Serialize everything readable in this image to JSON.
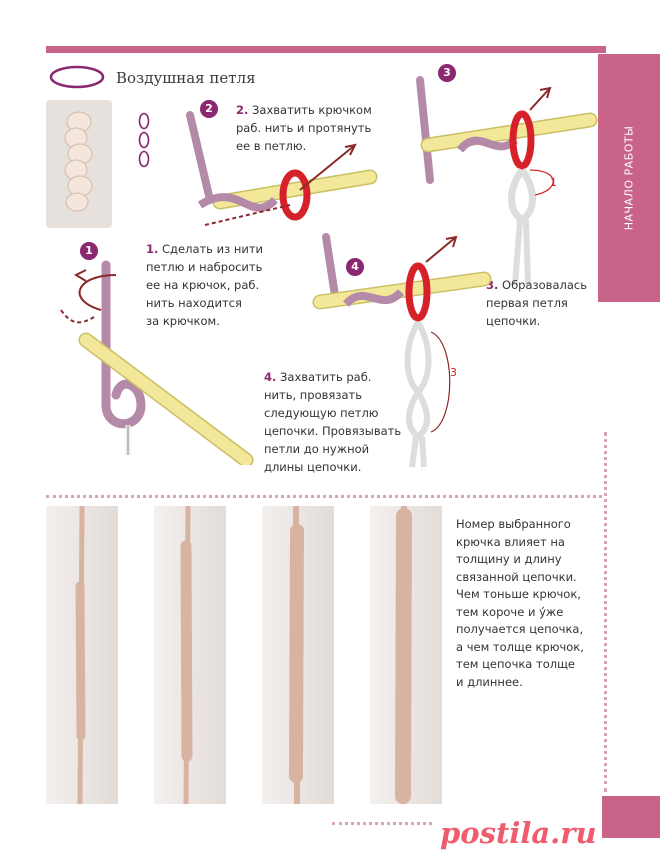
{
  "section_title": "Воздушная петля",
  "side_tab_label": "НАЧАЛО РАБОТЫ",
  "steps": [
    {
      "badge": "1",
      "num": "1.",
      "lines": [
        "Сделать из нити",
        "петлю и набросить",
        "ее на крючок, раб.",
        "нить находится",
        "за крючком."
      ]
    },
    {
      "badge": "2",
      "num": "2.",
      "lines": [
        "Захватить крючком",
        "раб. нить и протянуть",
        "ее в петлю."
      ]
    },
    {
      "badge": "3",
      "num": "3.",
      "lines": [
        "Образовалась",
        "первая петля",
        "цепочки."
      ]
    },
    {
      "badge": "4",
      "num": "4.",
      "lines": [
        "Захватить раб.",
        "нить, провязать",
        "следующую петлю",
        "цепочки. Провязывать",
        "петли до нужной",
        "длины цепочки."
      ]
    }
  ],
  "diagram_markers": [
    "1",
    "3"
  ],
  "note_lines": [
    "Номер выбранного",
    "крючка влияет на",
    "толщину и длину",
    "связанной цепочки.",
    "Чем тоньше крючок,",
    "тем короче и у́же",
    "получается цепочка,",
    "а чем толще крючок,",
    "тем цепочка толще",
    "и длиннее."
  ],
  "watermark": "postila.ru",
  "colors": {
    "accent": "#c9638a",
    "badge": "#8a2870",
    "yarn": "#e6c9b8",
    "hook": "#f3e79a",
    "red_loop": "#d6202a",
    "arrow": "#8b2a2a",
    "violet_yarn": "#b48aa8"
  }
}
